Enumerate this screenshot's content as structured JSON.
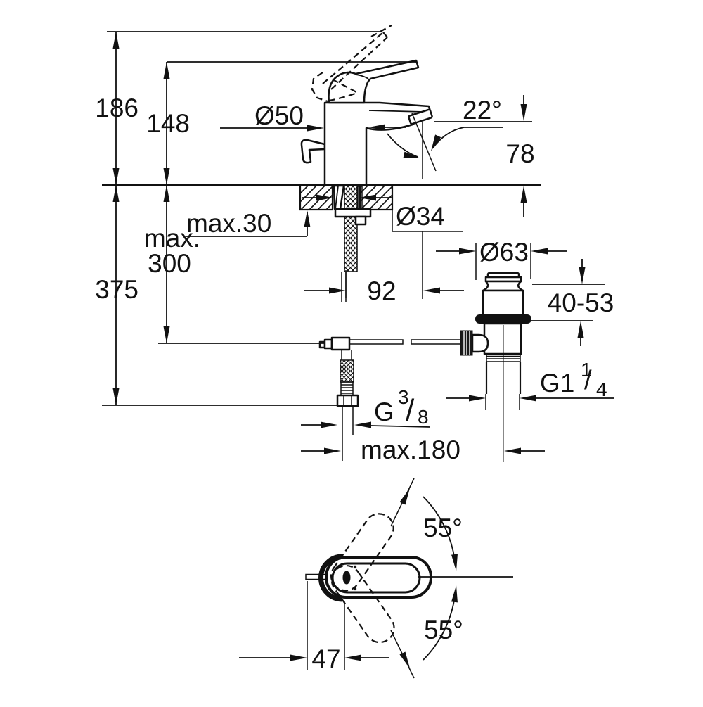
{
  "page": {
    "background": "#ffffff",
    "ink": "#111111",
    "kind": "technical dimension drawing",
    "subject": "single-lever basin mixer faucet with pop-up waste set"
  },
  "side_view": {
    "overall_height": "186",
    "height_to_lever": "148",
    "depth_below_deck": "375",
    "hose_drop_max_line1": "max.",
    "hose_drop_max_line2": "300",
    "deck_thickness_max": "max.30",
    "body_diameter": "Ø50",
    "spout_angle": "22°",
    "spout_height": "78",
    "hole_diameter": "Ø34",
    "spout_reach": "92"
  },
  "waste_valve": {
    "flange_diameter": "Ø63",
    "height_adjust_range": "40-53",
    "thread_label": "G1",
    "thread_frac_num": "1",
    "thread_frac_slash": "/",
    "thread_frac_den": "4",
    "rod_reach_max": "max.180"
  },
  "supply_connection": {
    "thread_label": "G",
    "thread_frac_num": "3",
    "thread_frac_slash": "/",
    "thread_frac_den": "8"
  },
  "top_view": {
    "swivel_angle_upper": "55°",
    "swivel_angle_lower": "55°",
    "handle_width": "47"
  }
}
